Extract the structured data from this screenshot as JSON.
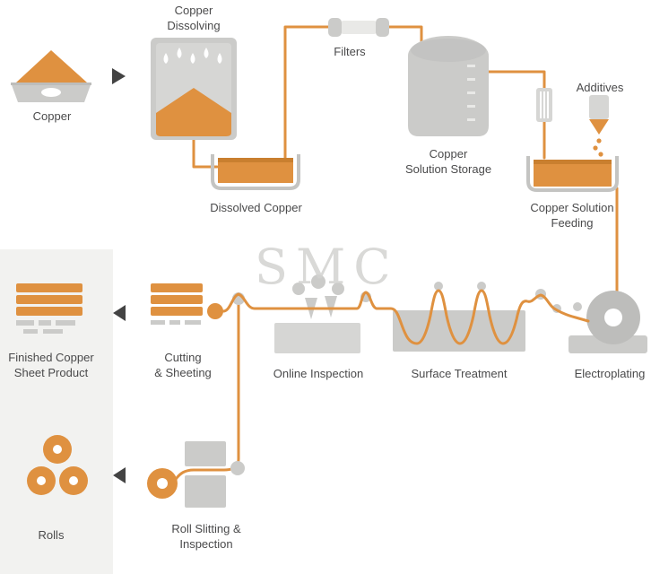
{
  "watermark": "SMC",
  "colors": {
    "accent_orange": "#df9140",
    "accent_orange_dark": "#c97f2f",
    "equipment_gray": "#cbcbc9",
    "sidebar_gray": "#f2f2f0",
    "text_gray": "#4a4a4b",
    "arrow_dark": "#434343"
  },
  "nodes": {
    "copper": {
      "label": "Copper"
    },
    "copper_dissolving": {
      "label": "Copper\nDissolving"
    },
    "filters": {
      "label": "Filters"
    },
    "copper_solution_storage": {
      "label": "Copper\nSolution Storage"
    },
    "additives": {
      "label": "Additives"
    },
    "copper_solution_feeding": {
      "label": "Copper Solution\nFeeding"
    },
    "dissolved_copper": {
      "label": "Dissolved Copper"
    },
    "finished_copper_sheet_product": {
      "label": "Finished Copper\nSheet Product"
    },
    "cutting_sheeting": {
      "label": "Cutting\n& Sheeting"
    },
    "online_inspection": {
      "label": "Online Inspection"
    },
    "surface_treatment": {
      "label": "Surface Treatment"
    },
    "electroplating": {
      "label": "Electroplating"
    },
    "roll_slitting_inspection": {
      "label": "Roll Slitting &\nInspection"
    },
    "rolls": {
      "label": "Rolls"
    }
  }
}
